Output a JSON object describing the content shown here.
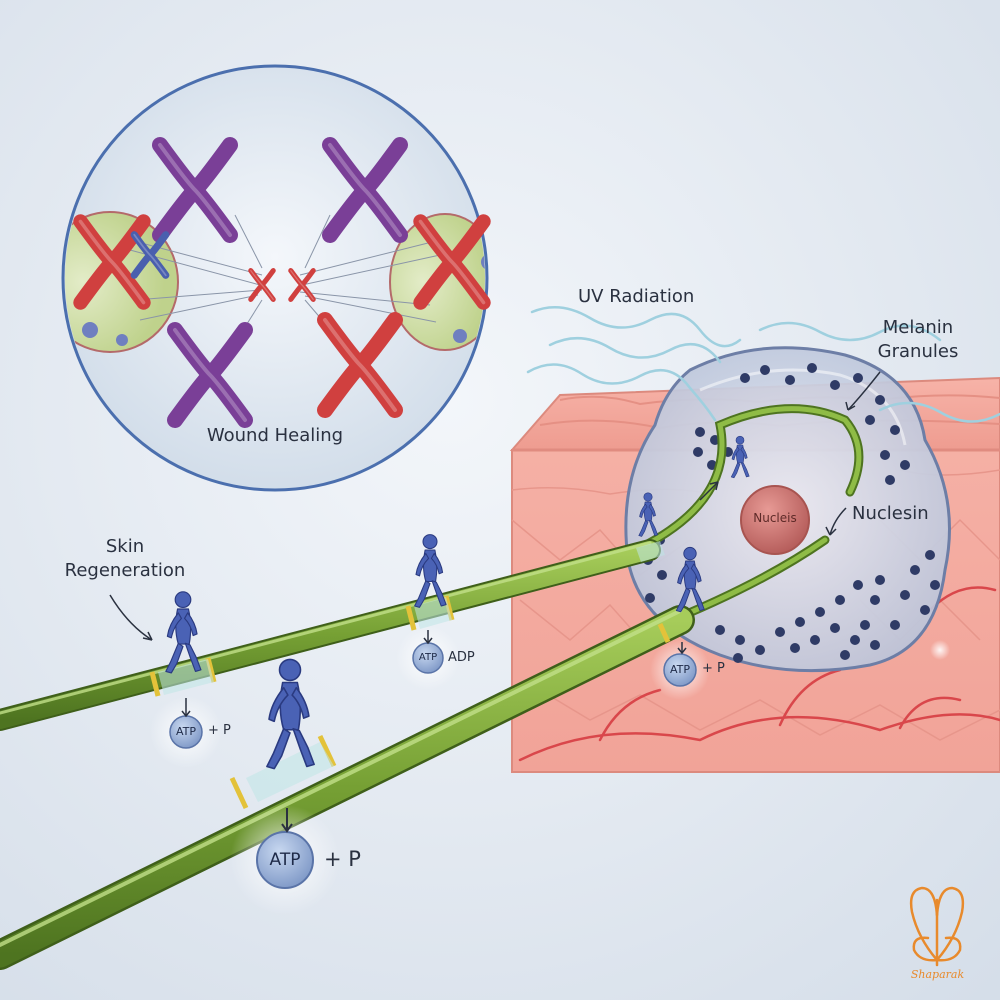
{
  "labels": {
    "wound_healing": "Wound Healing",
    "skin_regeneration_line1": "Skin",
    "skin_regeneration_line2": "Regeneration",
    "uv_radiation": "UV Radiation",
    "melanin_line1": "Melanin",
    "melanin_line2": "Granules",
    "nucleus": "Nucleis",
    "nuclesin": "Nuclesin",
    "atp_left": "ATP",
    "atp_left_plus": "+ P",
    "atp_mid": "ATP",
    "atp_mid_adp": "ADP",
    "atp_big": "ATP",
    "atp_big_plus": "+ P",
    "atp_right": "ATP",
    "atp_right_plus": "+ P",
    "logo_text": "Shaparak"
  },
  "colors": {
    "background": "#e6ecf3",
    "microtubule": "#6f9a2f",
    "microtubule_light": "#a6cc5a",
    "band": "#e3c23a",
    "walker": "#4a62b5",
    "chromosome_purple": "#7a3f97",
    "chromosome_red": "#d0403f",
    "skin": "#f2a79d",
    "melanin": "#2f3b66",
    "nucleus": "#c8706e",
    "logo": "#e88a2c"
  }
}
